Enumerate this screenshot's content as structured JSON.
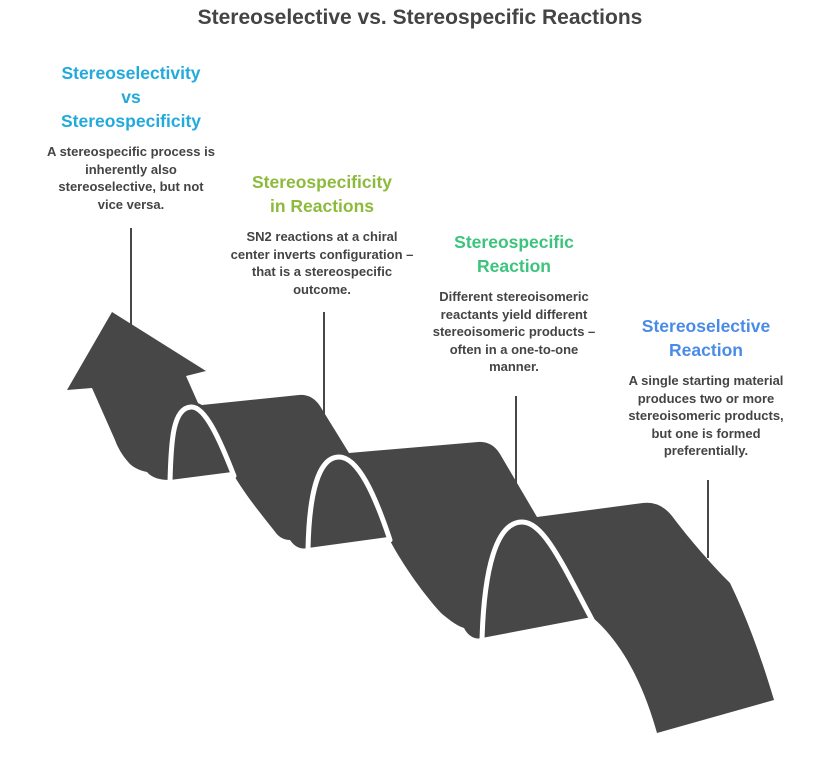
{
  "title": "Stereoselective vs. Stereospecific Reactions",
  "colors": {
    "ribbon": "#474747",
    "text": "#444444",
    "c1": "#22AADD",
    "c2": "#8CBB3C",
    "c3": "#3CC47C",
    "c4": "#4A8BE8"
  },
  "steps": [
    {
      "title_lines": [
        "Stereoselectivity",
        "vs",
        "Stereospecificity"
      ],
      "body": "A stereospecific process is inherently also stereoselective, but not vice versa."
    },
    {
      "title_lines": [
        "Stereospecificity",
        "in Reactions"
      ],
      "body": "SN2 reactions at a chiral center inverts configuration – that is a stereospecific outcome."
    },
    {
      "title_lines": [
        "Stereospecific",
        "Reaction"
      ],
      "body": "Different stereoisomeric reactants yield different stereoisomeric products – often in a one-to-one manner."
    },
    {
      "title_lines": [
        "Stereoselective",
        "Reaction"
      ],
      "body": "A single starting material produces two or more stereoisomeric products, but one is formed preferentially."
    }
  ]
}
